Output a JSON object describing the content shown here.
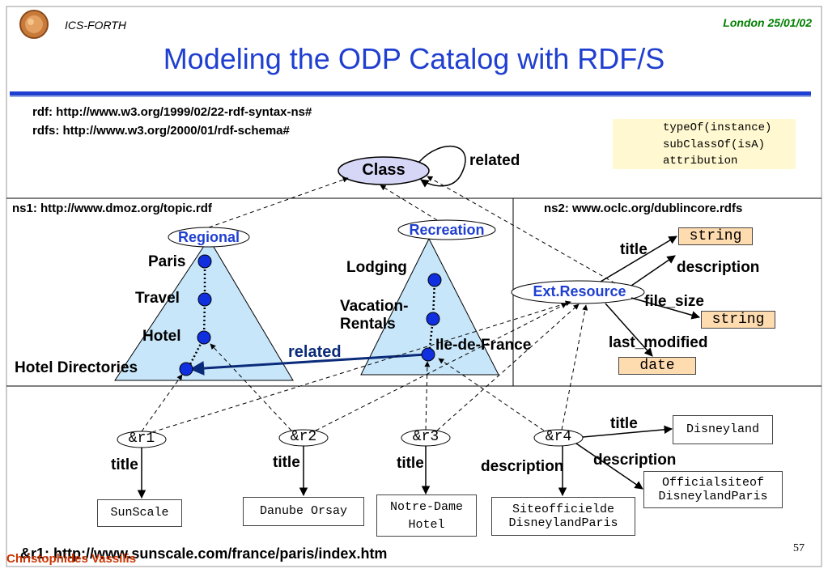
{
  "header": {
    "org": "ICS-FORTH",
    "date": "London 25/01/02",
    "title": "Modeling the ODP Catalog with RDF/S"
  },
  "namespaces": {
    "rdf": "rdf: http://www.w3.org/1999/02/22-rdf-syntax-ns#",
    "rdfs": "rdfs: http://www.w3.org/2000/01/rdf-schema#",
    "ns1": "ns1: http://www.dmoz.org/topic.rdf",
    "ns2": "ns2: www.oclc.org/dublincore.rdfs"
  },
  "legend": {
    "type_of": "typeOf(instance)",
    "subclass_of": "subClassOf(isA)",
    "attribution": "attribution"
  },
  "schema": {
    "class": "Class",
    "class_related": "related",
    "regional": "Regional",
    "recreation": "Recreation",
    "ext_resource": "Ext.Resource",
    "regional_nodes": [
      "Paris",
      "Travel",
      "Hotel",
      "Hotel Directories"
    ],
    "recreation_nodes": [
      "Lodging",
      "Vacation-",
      "Rentals",
      "Ile-de-France"
    ],
    "related_link": "related",
    "ext_props": {
      "title": "title",
      "description": "description",
      "file_size": "file_size",
      "last_modified": "last_modified"
    },
    "types": {
      "string1": "string",
      "string2": "string",
      "date": "date"
    }
  },
  "resources": {
    "r1": "&r1",
    "r2": "&r2",
    "r3": "&r3",
    "r4": "&r4",
    "title_label": "title",
    "description_label": "description",
    "r1_title": "SunScale",
    "r2_title": "Danube Orsay",
    "r3_title_line1": "Notre-Dame",
    "r3_title_line2": "Hotel",
    "r4_title": "Disneyland",
    "r4_desc1_line1": "Siteofficielde",
    "r4_desc1_line2": "DisneylandParis",
    "r4_desc2_line1": "Officialsiteof",
    "r4_desc2_line2": "DisneylandParis"
  },
  "footer": {
    "url": "&r1: http://www.sunscale.com/france/paris/index.htm",
    "author": "Christophides Vassilis",
    "page": "57"
  },
  "colors": {
    "title_blue": "#1f3fd0",
    "node_blue": "#1030e0",
    "triangle_fill": "#c8e6fa",
    "ellipse_fill": "#d6d6f6",
    "date_green": "#008000",
    "legend_bg": "#fff8d0",
    "type_box_bg": "#ffdcb0",
    "rule_blue": "#1f3fd0"
  }
}
